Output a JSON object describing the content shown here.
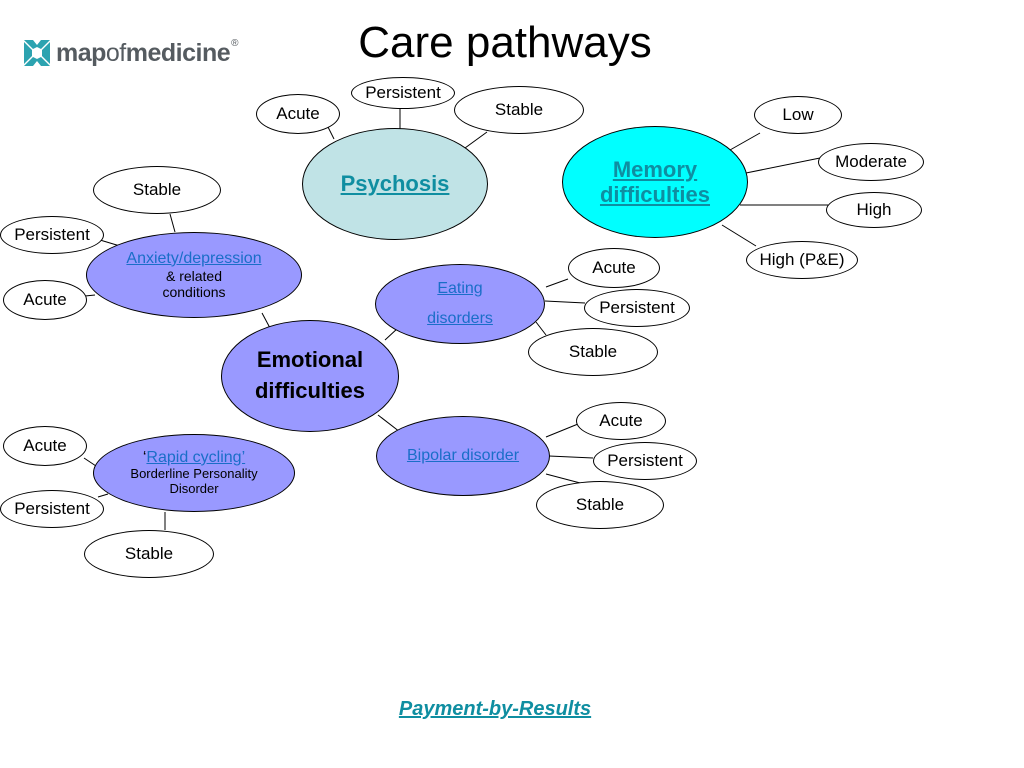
{
  "title": "Care pathways",
  "logo": {
    "part1": "map",
    "part2": "of",
    "part3": "medicine",
    "reg": "®"
  },
  "footer": "Payment-by-Results",
  "colors": {
    "hub": "#9999ff",
    "memory": "#00ffff",
    "psychosis": "#c0e3e6",
    "link": "#0f8ea1"
  },
  "central": {
    "line1": "Emotional",
    "line2": "difficulties"
  },
  "psychosis": {
    "label": "Psychosis",
    "leaves": [
      "Acute",
      "Persistent",
      "Stable"
    ]
  },
  "memory": {
    "line1": "Memory",
    "line2": "difficulties",
    "leaves": [
      "Low",
      "Moderate",
      "High",
      "High (P&E)"
    ]
  },
  "anxiety": {
    "link": "Anxiety/depression",
    "line2": "& related",
    "line3": "conditions",
    "leaves": [
      "Stable",
      "Persistent",
      "Acute"
    ]
  },
  "eating": {
    "line1": "Eating",
    "line2": "disorders",
    "leaves": [
      "Acute",
      "Persistent",
      "Stable"
    ]
  },
  "bipolar": {
    "label": "Bipolar disorder",
    "leaves": [
      "Acute",
      "Persistent",
      "Stable"
    ]
  },
  "rapid": {
    "quote": "‘",
    "link": "Rapid cycling’",
    "line2": "Borderline Personality",
    "line3": "Disorder",
    "leaves": [
      "Acute",
      "Persistent",
      "Stable"
    ]
  }
}
